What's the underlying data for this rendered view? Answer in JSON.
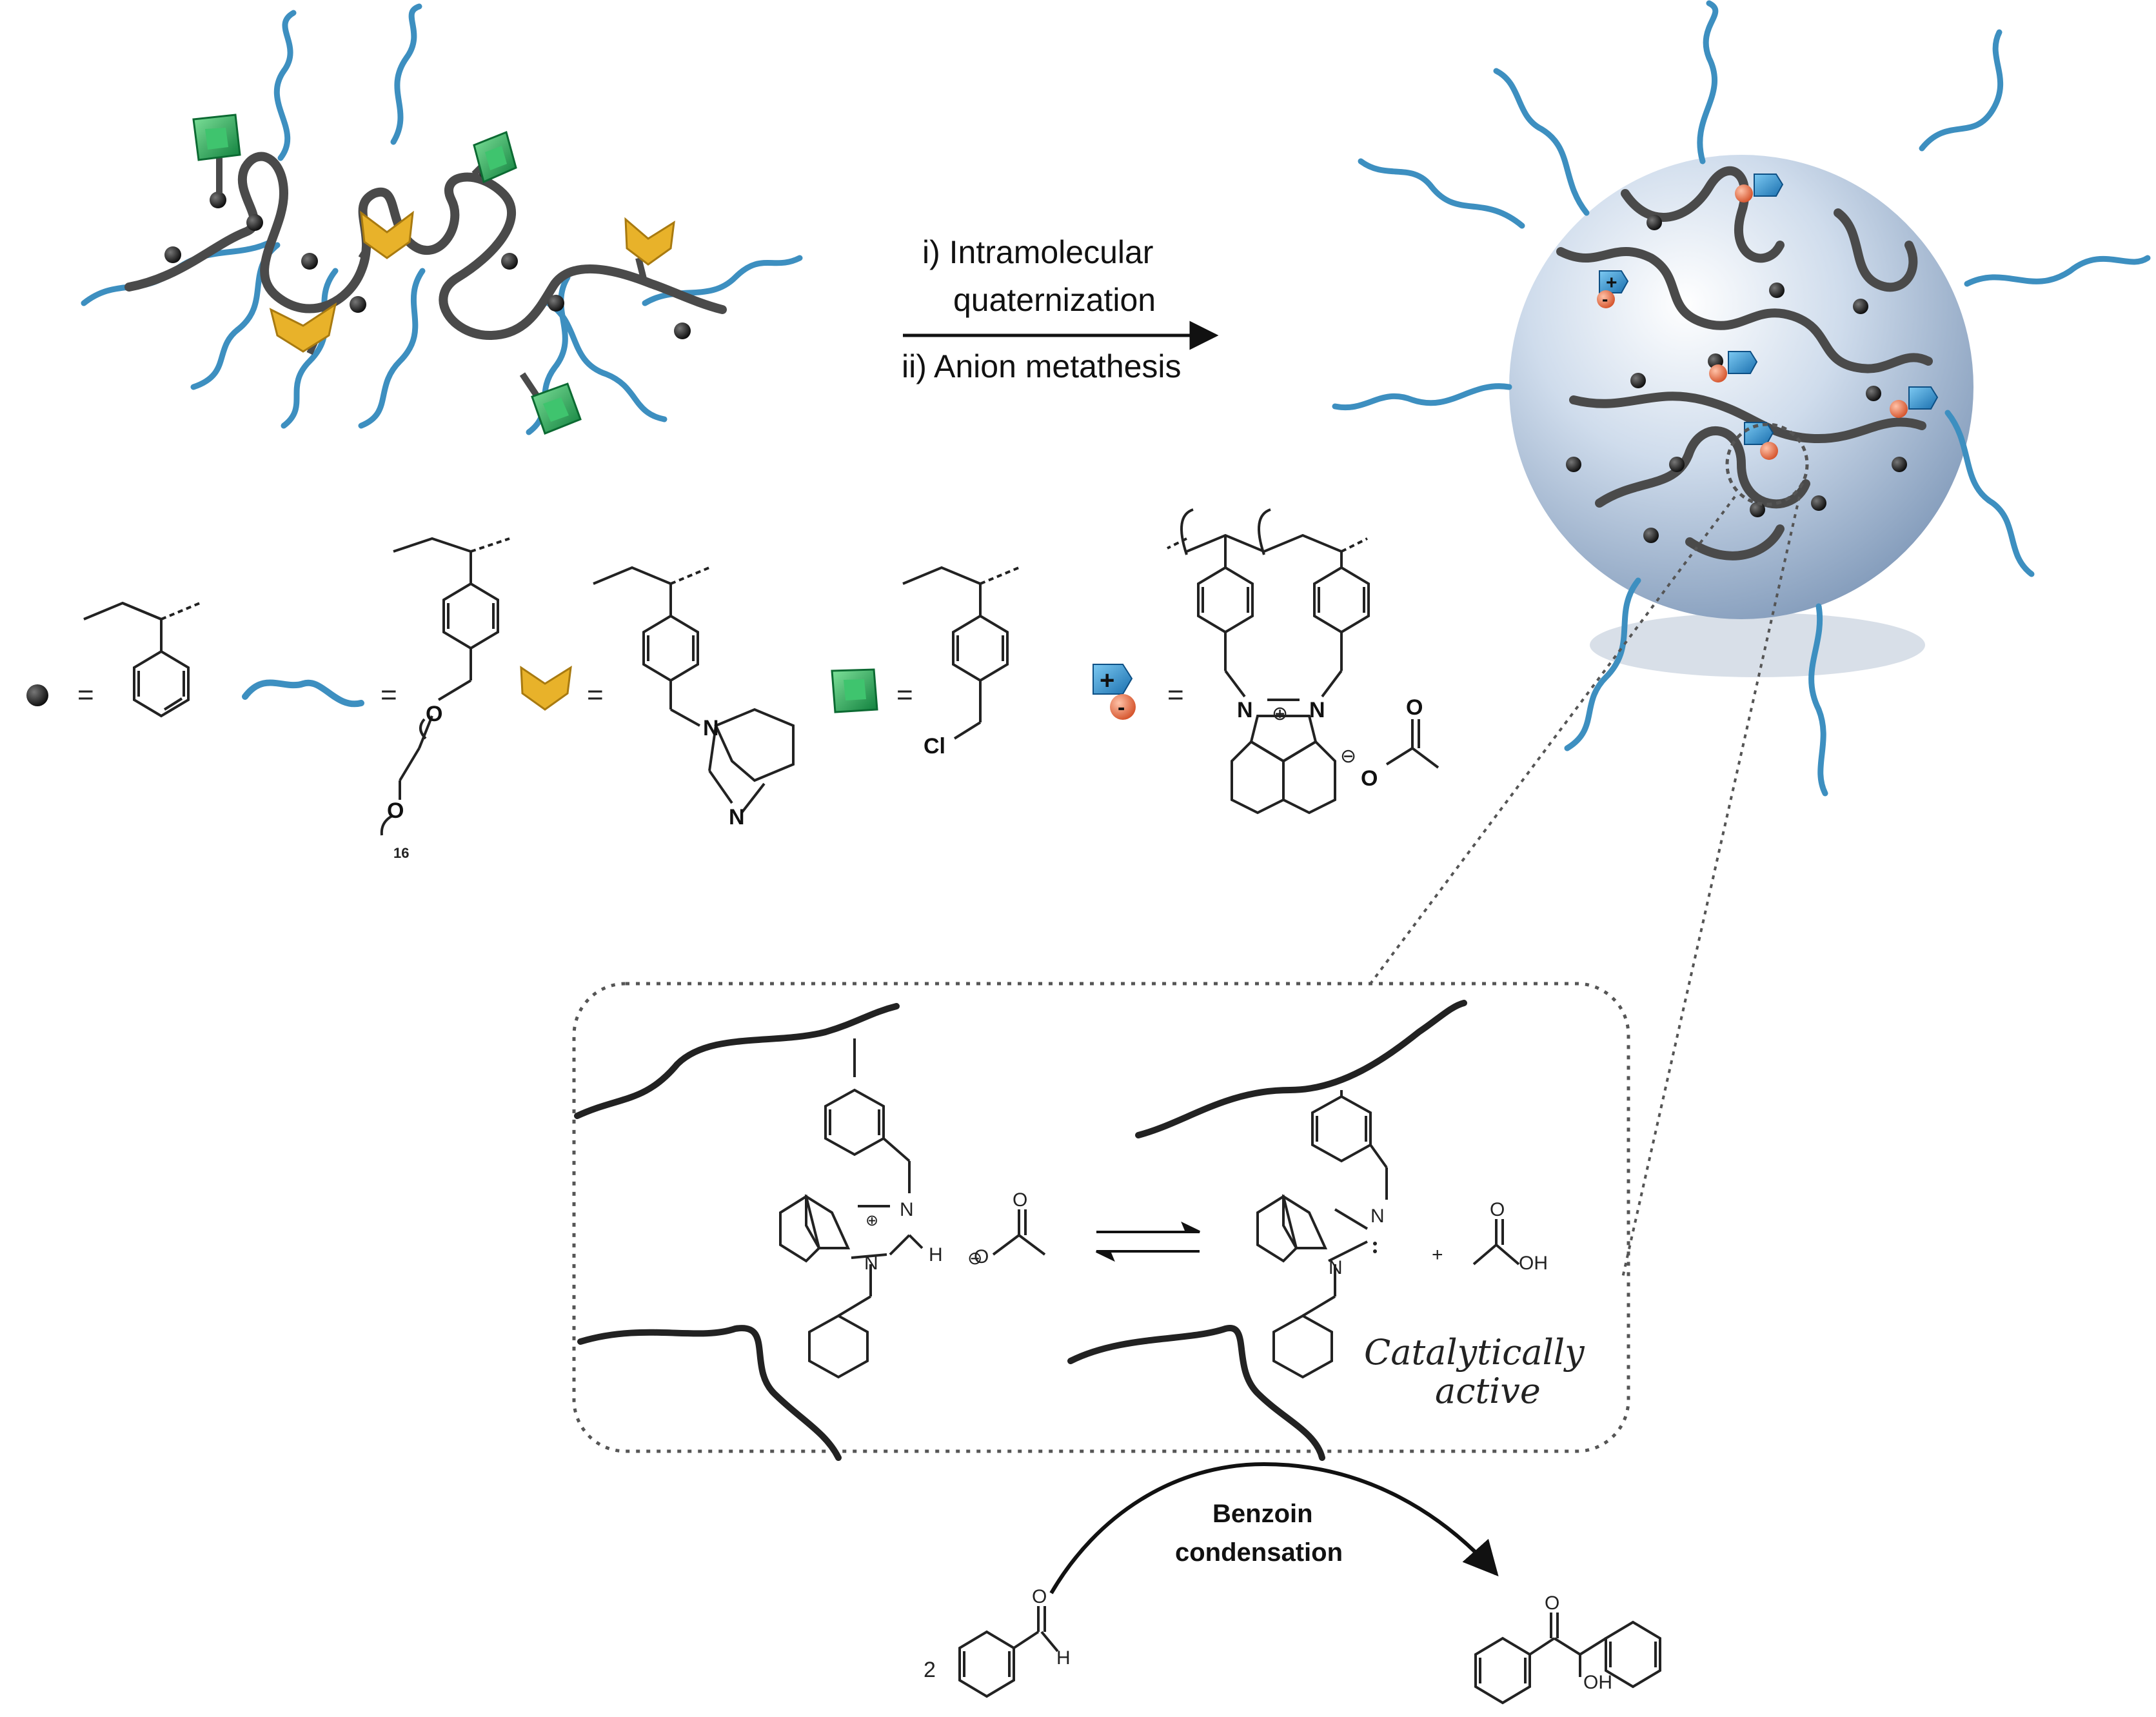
{
  "reaction": {
    "step1": "i) Intramolecular",
    "step1b": "quaternization",
    "step2": "ii) Anion metathesis"
  },
  "legend": {
    "equals": "=",
    "peg_repeat": "16",
    "atom_O": "O",
    "atom_N": "N",
    "atom_Cl": "Cl",
    "plus": "+",
    "minus": "-",
    "ring_plus": "⊕",
    "ring_minus": "⊖"
  },
  "inset": {
    "atom_N": "N",
    "atom_H": "H",
    "atom_O": "O",
    "atom_OH": "OH",
    "plus_sign": "+",
    "catalytic_line1": "Catalytically",
    "catalytic_line2": "active"
  },
  "benzoin": {
    "label_line1": "Benzoin",
    "label_line2": "condensation",
    "coefficient": "2",
    "atom_O": "O",
    "atom_H": "H",
    "atom_OH": "OH"
  },
  "colors": {
    "backbone": "#4a4a4a",
    "peg": "#3d8fc0",
    "green_unit": "#22a855",
    "yellow_unit": "#e8b22a",
    "cation": "#2a8fd0",
    "anion": "#e8704a",
    "nanoparticle": "#b8cce4"
  }
}
